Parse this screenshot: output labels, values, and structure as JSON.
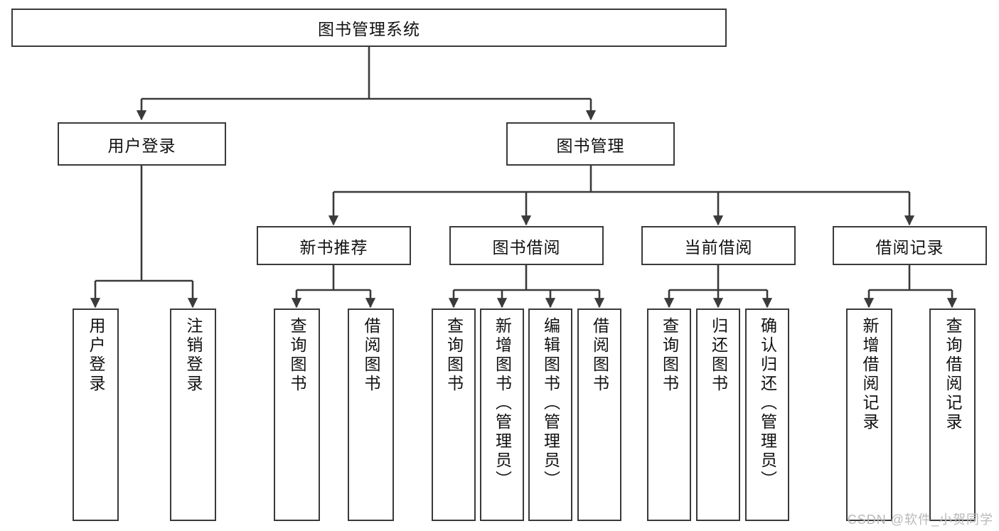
{
  "diagram": {
    "title": "图书管理系统",
    "type": "tree-hierarchy",
    "root": {
      "label": "图书管理系统"
    },
    "level1": [
      {
        "label": "用户登录"
      },
      {
        "label": "图书管理"
      }
    ],
    "level2": [
      {
        "label": "新书推荐"
      },
      {
        "label": "图书借阅"
      },
      {
        "label": "当前借阅"
      },
      {
        "label": "借阅记录"
      }
    ],
    "leaves": {
      "user_login": [
        {
          "label": "用户登录"
        },
        {
          "label": "注销登录"
        }
      ],
      "new_book_recommend": [
        {
          "label": "查询图书"
        },
        {
          "label": "借阅图书"
        }
      ],
      "book_borrow": [
        {
          "label": "查询图书"
        },
        {
          "label": "新增图书（管理员）"
        },
        {
          "label": "编辑图书（管理员）"
        },
        {
          "label": "借阅图书"
        }
      ],
      "current_borrow": [
        {
          "label": "查询图书"
        },
        {
          "label": "归还图书"
        },
        {
          "label": "确认归还（管理员）"
        }
      ],
      "borrow_record": [
        {
          "label": "新增借阅记录"
        },
        {
          "label": "查询借阅记录"
        }
      ]
    }
  },
  "watermark": {
    "text": "CSDN @软件_小贺同学"
  },
  "colors": {
    "stroke": "#3a3a3a",
    "background": "#ffffff",
    "text": "#111111",
    "watermark": "#b9b9b9"
  }
}
